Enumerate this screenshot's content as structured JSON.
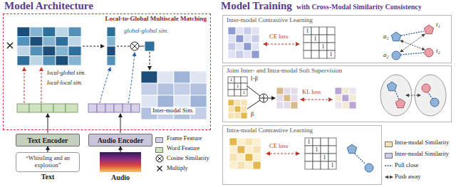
{
  "diagram": {
    "nodes": [
      {
        "text": [
          "Local-to-Global Multiscale Matching"
        ]
      },
      {
        "text": [
          "Text Encoder"
        ]
      },
      {
        "text": [
          "Audio Encoder"
        ]
      },
      {
        "text": [
          "“Whistling and an explosion”",
          "Text"
        ]
      },
      {
        "text": [
          "Audio"
        ]
      },
      {
        "text": [
          "Inter-modal Contrastive Learning"
        ]
      },
      {
        "text": [
          "Joint Inter- and Intra-modal Soft Supervision"
        ]
      },
      {
        "text": [
          "Intra-modal Contrastive Learning"
        ]
      }
    ],
    "edges": [
      {
        "from": 3,
        "to": 1,
        "arrow": "to"
      },
      {
        "from": 4,
        "to": 2,
        "arrow": "to"
      }
    ],
    "labels": [
      "Model Architecture",
      "Model Training",
      "with Cross-Modal Similarity Consistency",
      "global-global sim.",
      "local-global sim.",
      "local-local sim.",
      "Inter-modal Sim.",
      "CE loss",
      "1",
      "1",
      "1",
      "1",
      "a₁",
      "t₁",
      "t₂",
      "a₂",
      "1-β",
      "β",
      "KL loss",
      "1",
      "1",
      "1",
      "CE loss",
      "1",
      "1",
      "1",
      "1"
    ],
    "legend": [
      {
        "text": "Frame Feature",
        "color": "#d6cfe8"
      },
      {
        "text": "Word Feature",
        "color": "#cfe3bf"
      },
      {
        "text": "Cosine Similarity"
      },
      {
        "text": "Multiply"
      },
      {
        "text": "Intra-modal Similarity",
        "color": "#f6e2b3"
      },
      {
        "text": "Inter-modal Similarity",
        "color": "#c9cde9"
      },
      {
        "text": "Pull close"
      },
      {
        "text": "Push away"
      }
    ]
  }
}
